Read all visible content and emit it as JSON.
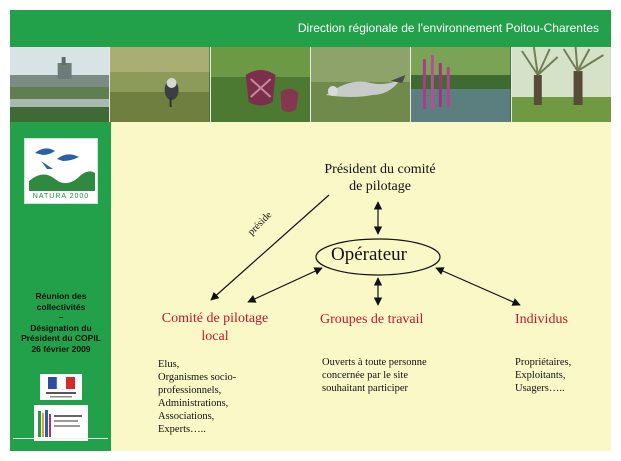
{
  "header": {
    "title": "Direction régionale de l'environnement Poitou-Charentes"
  },
  "photo_strip": {
    "photos": [
      {
        "name": "marsh-village-photo"
      },
      {
        "name": "bird-on-grass-photo"
      },
      {
        "name": "fritillary-flower-photo"
      },
      {
        "name": "harrier-bird-photo"
      },
      {
        "name": "river-loosestrife-photo"
      },
      {
        "name": "pollarded-willows-photo"
      }
    ]
  },
  "sidebar": {
    "logo_caption": "NATURA 2000",
    "meeting_info": "Réunion des\ncollectivités\n–\nDésignation du\nPrésident du COPIL\n26 février 2009"
  },
  "diagram": {
    "president": "Président du comité\nde pilotage",
    "operator": "Opérateur",
    "presides_label": "préside",
    "comite": {
      "title": "Comité de pilotage\nlocal",
      "members": [
        "Elus,",
        "Organismes socio-",
        "professionnels,",
        "Administrations,",
        "Associations,",
        "Experts….."
      ]
    },
    "groupes": {
      "title": "Groupes de travail",
      "description": [
        "Ouverts à toute personne",
        "concernée par le site",
        "souhaitant participer"
      ]
    },
    "individus": {
      "title": "Individus",
      "members": [
        "Propriétaires,",
        "Exploitants,",
        "Usagers….."
      ]
    }
  },
  "colors": {
    "header_green": "#23a04a",
    "panel_background": "#fbf8c8",
    "group_title_red": "#c0182c"
  }
}
